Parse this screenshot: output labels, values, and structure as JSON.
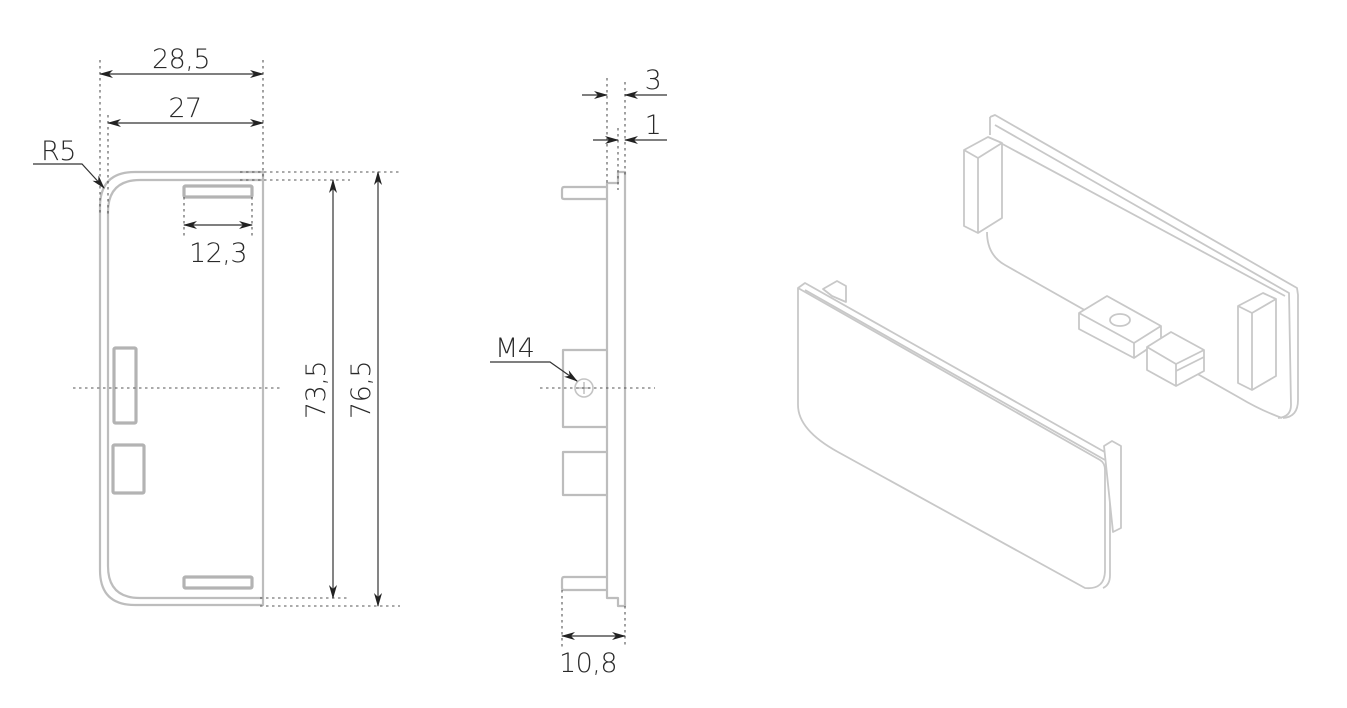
{
  "drawing": {
    "title": "End cap technical drawing",
    "line_color": "#bdbdbd",
    "dimension_color": "#333333",
    "front_view": {
      "dimensions": {
        "overall_width": "28,5",
        "inner_width": "27",
        "corner_radius": "R5",
        "slot_width": "12,3",
        "inner_height": "73,5",
        "overall_height": "76,5"
      }
    },
    "side_view": {
      "dimensions": {
        "flange_thickness": "3",
        "lip_thickness": "1",
        "thread": "M4",
        "overall_depth": "10,8"
      }
    },
    "iso_view": {
      "description": "Isometric view of two end caps (front and rear)"
    }
  }
}
